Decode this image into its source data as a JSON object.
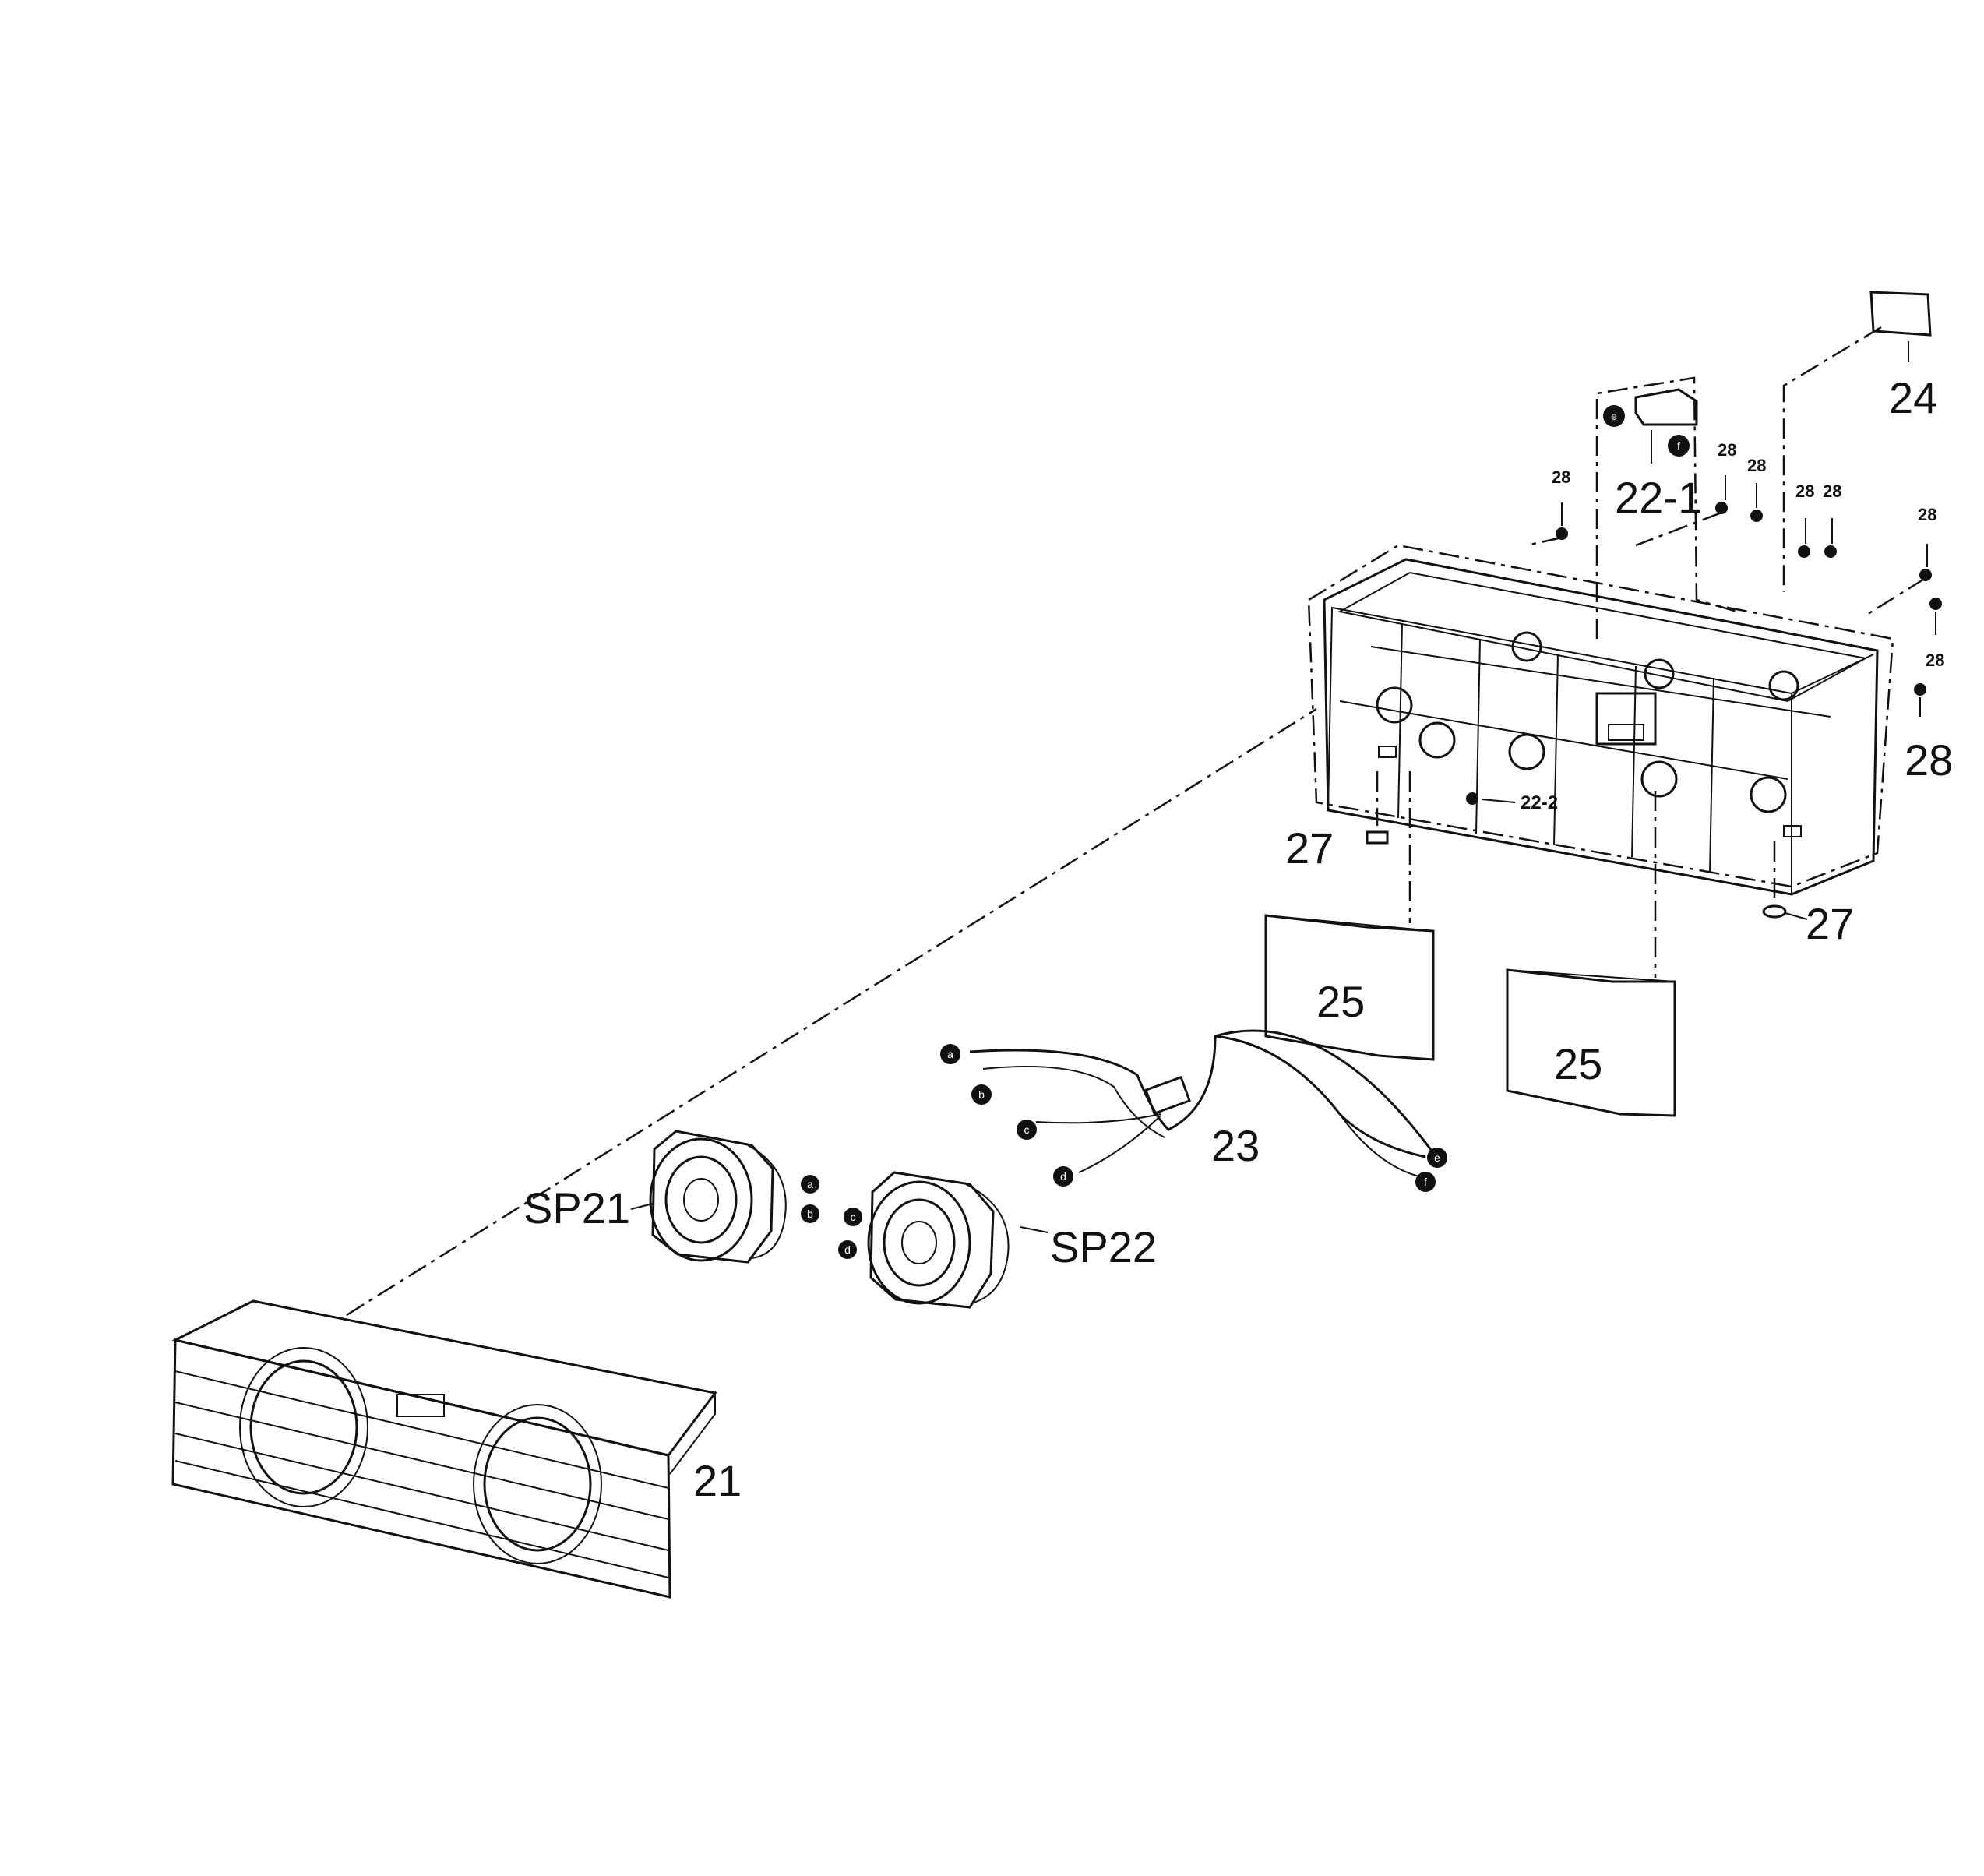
{
  "labels": {
    "front_panel": "21",
    "bracket": "22-1",
    "bracket_screw": "22-2",
    "wire_harness": "23",
    "label_plate": "24",
    "box_left": "25",
    "box_right": "25",
    "foot_left": "27",
    "foot_right": "27",
    "screw_a": "28",
    "screw_b": "28",
    "screw_c": "28",
    "screw_d": "28",
    "screw_e": "28",
    "screw_f": "28",
    "screw_g": "28",
    "screw_h": "28",
    "speaker_left": "SP21",
    "speaker_right": "SP22"
  },
  "connector_tags": {
    "sp21_a": "a",
    "sp21_b": "b",
    "sp22_c": "c",
    "sp22_d": "d",
    "wire_a": "a",
    "wire_b": "b",
    "wire_c": "c",
    "wire_d": "d",
    "wire_e": "e",
    "wire_f": "f",
    "bracket_e": "e",
    "bracket_f": "f"
  }
}
